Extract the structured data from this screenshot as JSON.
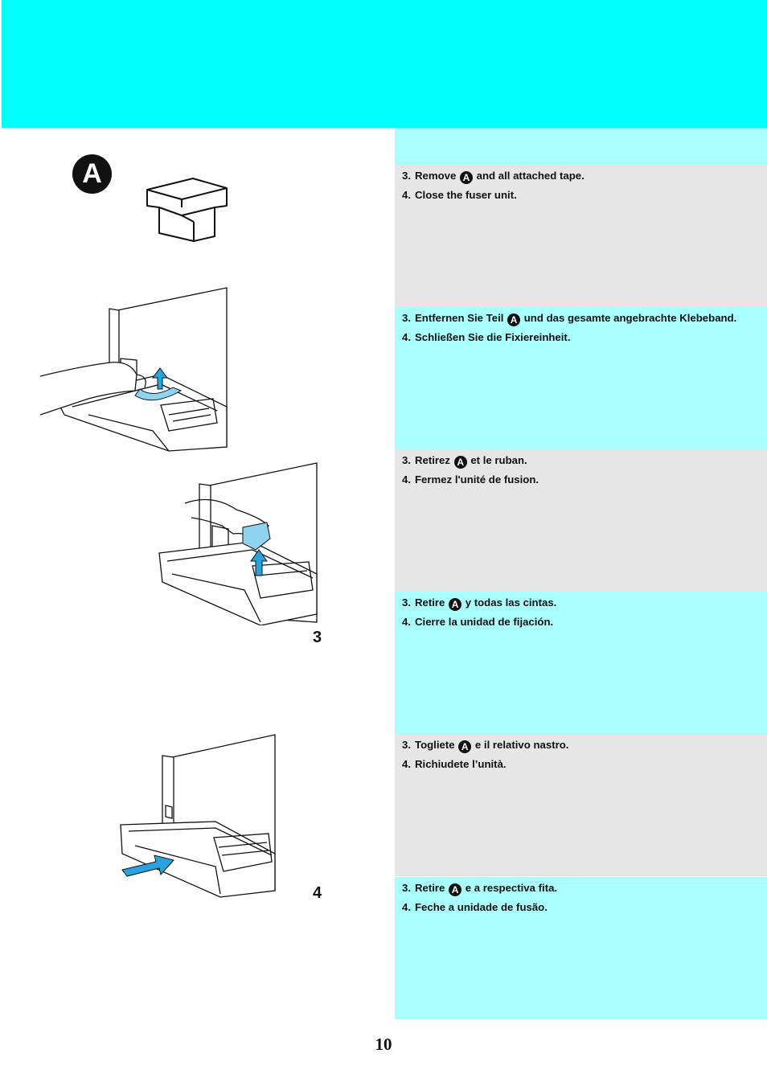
{
  "callout_letter": "A",
  "step_numbers": [
    "3",
    "4"
  ],
  "page_number": "10",
  "colors": {
    "banner": "#00ffff",
    "cyan_panel": "#aaffff",
    "gray_panel": "#e6e6e6",
    "arrow_blue": "#29a3e0"
  },
  "languages": [
    {
      "steps": [
        {
          "num": "3.",
          "before": "Remove",
          "after": "and all attached tape.",
          "badge": "A"
        },
        {
          "num": "4.",
          "text": "Close the fuser unit."
        }
      ]
    },
    {
      "steps": [
        {
          "num": "3.",
          "before": "Entfernen Sie Teil",
          "after": "und das gesamte angebrachte Klebeband.",
          "badge": "A"
        },
        {
          "num": "4.",
          "text": "Schließen Sie die Fixiereinheit."
        }
      ]
    },
    {
      "steps": [
        {
          "num": "3.",
          "before": "Retirez",
          "after": "et le ruban.",
          "badge": "A"
        },
        {
          "num": "4.",
          "text": "Fermez l'unité de fusion."
        }
      ]
    },
    {
      "steps": [
        {
          "num": "3.",
          "before": "Retire",
          "after": "y todas las cintas.",
          "badge": "A"
        },
        {
          "num": "4.",
          "text": "Cierre la unidad de fijación."
        }
      ]
    },
    {
      "steps": [
        {
          "num": "3.",
          "before": "Togliete",
          "after": "e il relativo nastro.",
          "badge": "A"
        },
        {
          "num": "4.",
          "text": "Richiudete l’unità."
        }
      ]
    },
    {
      "steps": [
        {
          "num": "3.",
          "before": "Retire",
          "after": "e a respectiva fita.",
          "badge": "A"
        },
        {
          "num": "4.",
          "text": "Feche a unidade de fusão."
        }
      ]
    }
  ]
}
